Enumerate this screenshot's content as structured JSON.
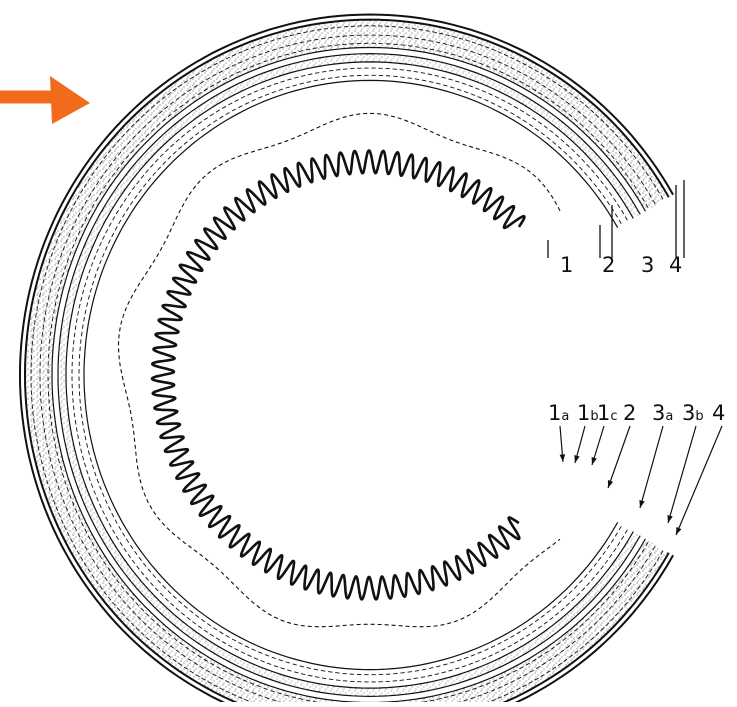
{
  "diagram": {
    "colors": {
      "ink": "#111111",
      "arrow": "#f26b1d",
      "background": "#ffffff"
    },
    "pointer_icon": "orange-arrow-icon",
    "upper_labels": [
      {
        "id": "1",
        "text": "1"
      },
      {
        "id": "2",
        "text": "2"
      },
      {
        "id": "3",
        "text": "3"
      },
      {
        "id": "4",
        "text": "4"
      }
    ],
    "lower_labels": [
      {
        "id": "1a",
        "main": "1",
        "sub": "a"
      },
      {
        "id": "1b",
        "main": "1",
        "sub": "b"
      },
      {
        "id": "1c",
        "main": "1",
        "sub": "c"
      },
      {
        "id": "2",
        "main": "2",
        "sub": ""
      },
      {
        "id": "3a",
        "main": "3",
        "sub": "a"
      },
      {
        "id": "3b",
        "main": "3",
        "sub": "b"
      },
      {
        "id": "4",
        "main": "4",
        "sub": ""
      }
    ]
  }
}
